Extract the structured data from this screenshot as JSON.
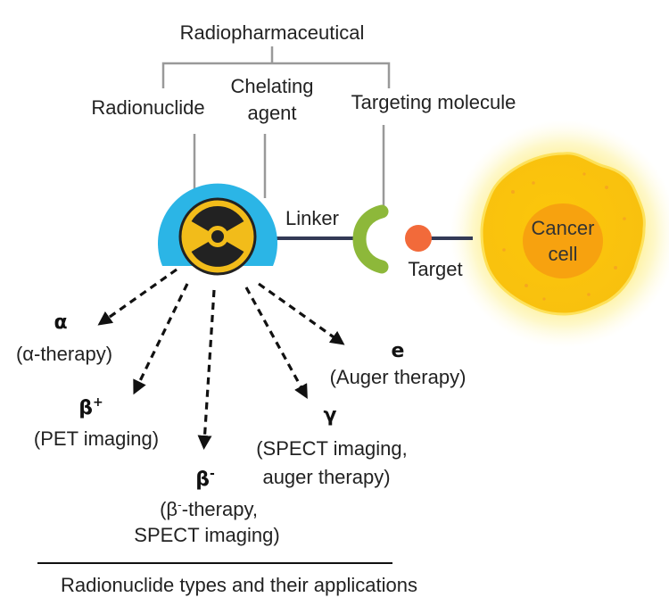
{
  "title": "Radiopharmaceutical",
  "components": {
    "radionuclide": "Radionuclide",
    "chelating_agent_line1": "Chelating",
    "chelating_agent_line2": "agent",
    "targeting_molecule": "Targeting molecule",
    "linker": "Linker",
    "target": "Target",
    "cancer_cell_line1": "Cancer",
    "cancer_cell_line2": "cell"
  },
  "emissions": [
    {
      "symbol": "α",
      "superscript": "",
      "app_line1": "(α-therapy)",
      "app_line2": ""
    },
    {
      "symbol": "β",
      "superscript": "+",
      "app_line1": "(PET imaging)",
      "app_line2": ""
    },
    {
      "symbol": "β",
      "superscript": "-",
      "app_line1_pre": "(β",
      "app_line1_sup": "-",
      "app_line1_post": "-therapy,",
      "app_line2": "SPECT imaging)"
    },
    {
      "symbol": "γ",
      "superscript": "",
      "app_line1": "(SPECT imaging,",
      "app_line2": "auger therapy)"
    },
    {
      "symbol": "e",
      "superscript": "",
      "app_line1": "(Auger therapy)",
      "app_line2": ""
    }
  ],
  "caption": "Radionuclide types and their applications",
  "colors": {
    "chelator": "#2bb5e6",
    "radiation_badge": "#f2bc1a",
    "targeting_molecule": "#8db83a",
    "target": "#f26a3a",
    "cell_outer": "#fbd30c",
    "cell_nucleus": "#f7a20f",
    "linker": "#333a56",
    "bracket": "#999999"
  },
  "icons": {
    "radiation": "radiation-trefoil-icon",
    "cell": "cancer-cell-icon"
  }
}
